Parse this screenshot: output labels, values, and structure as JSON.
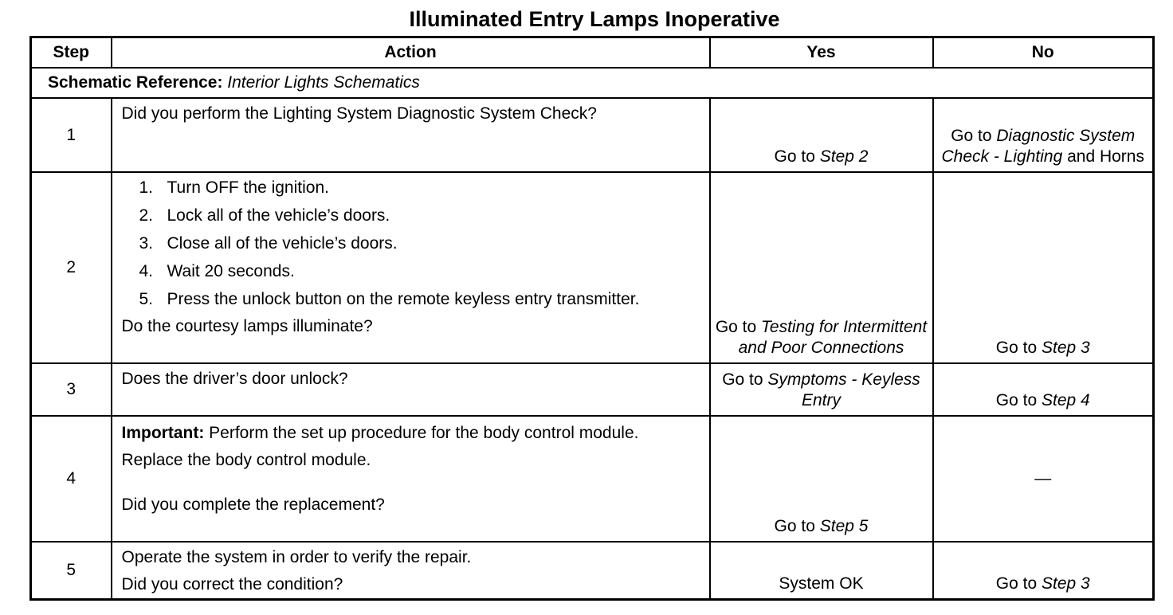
{
  "title": "Illuminated Entry Lamps Inoperative",
  "headers": {
    "step": "Step",
    "action": "Action",
    "yes": "Yes",
    "no": "No"
  },
  "schematic": {
    "label": "Schematic Reference:",
    "value": "Interior Lights Schematics"
  },
  "rows": [
    {
      "step": "1",
      "action": "Did you perform the Lighting System Diagnostic System Check?",
      "yes": {
        "pre": "Go to ",
        "ref": "Step 2"
      },
      "no": {
        "pre": "Go to ",
        "ref1": "Diagnostic System Check - Lighting",
        "post": " and Horns"
      }
    },
    {
      "step": "2",
      "items": [
        {
          "n": "1.",
          "t": "Turn OFF the ignition."
        },
        {
          "n": "2.",
          "t": "Lock all of the vehicle’s doors."
        },
        {
          "n": "3.",
          "t": "Close all of the vehicle’s doors."
        },
        {
          "n": "4.",
          "t": "Wait 20 seconds."
        },
        {
          "n": "5.",
          "t": "Press the unlock button on the remote keyless entry transmitter."
        }
      ],
      "question": "Do the courtesy lamps illuminate?",
      "yes": {
        "pre": "Go to ",
        "ref": "Testing for Intermittent and Poor Connections"
      },
      "no": {
        "pre": "Go to ",
        "ref": "Step 3"
      }
    },
    {
      "step": "3",
      "action": "Does the driver’s door unlock?",
      "yes": {
        "pre": "Go to ",
        "ref": "Symptoms - Keyless Entry"
      },
      "no": {
        "pre": "Go to ",
        "ref": "Step 4"
      }
    },
    {
      "step": "4",
      "important_label": "Important:",
      "important_text": " Perform the set up procedure for the body control module.",
      "replace": "Replace the body control module.",
      "question": "Did you complete the replacement?",
      "yes": {
        "pre": "Go to ",
        "ref": "Step 5"
      },
      "no": {
        "text": "—"
      }
    },
    {
      "step": "5",
      "action": "Operate the system in order to verify the repair.",
      "question": "Did you correct the condition?",
      "yes": {
        "text": "System OK"
      },
      "no": {
        "pre": "Go to ",
        "ref": "Step 3"
      }
    }
  ]
}
